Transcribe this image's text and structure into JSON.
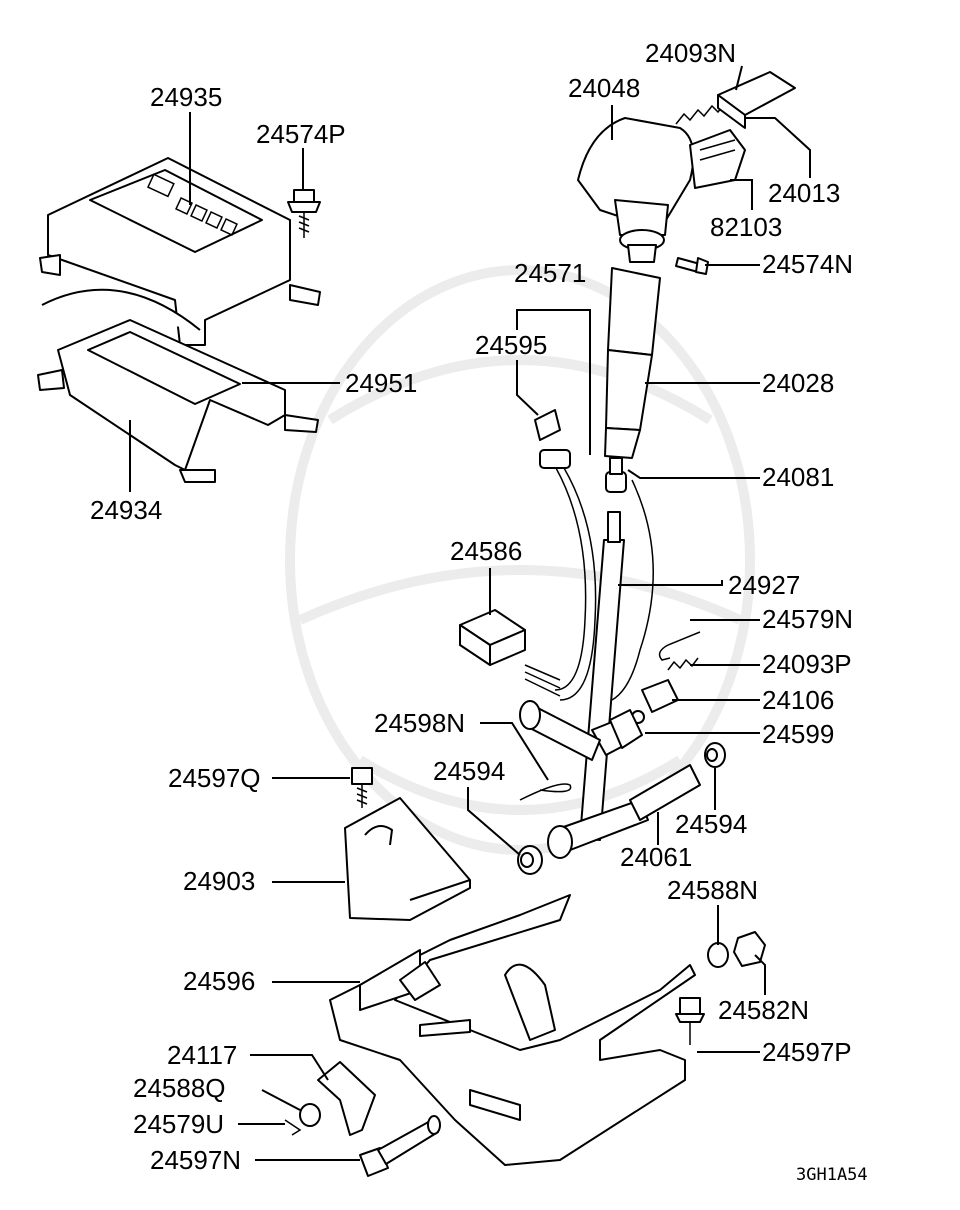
{
  "diagram": {
    "code": "3GH1A54",
    "labels": {
      "p24935": "24935",
      "p24574P": "24574P",
      "p24951": "24951",
      "p24934": "24934",
      "p24093N": "24093N",
      "p24048": "24048",
      "p24013": "24013",
      "p82103": "82103",
      "p24574N": "24574N",
      "p24571": "24571",
      "p24595": "24595",
      "p24028": "24028",
      "p24081": "24081",
      "p24586": "24586",
      "p24927": "24927",
      "p24579N": "24579N",
      "p24093P": "24093P",
      "p24106": "24106",
      "p24598N": "24598N",
      "p24599": "24599",
      "p24597Q": "24597Q",
      "p24594a": "24594",
      "p24594b": "24594",
      "p24061": "24061",
      "p24903": "24903",
      "p24588N": "24588N",
      "p24596": "24596",
      "p24582N": "24582N",
      "p24117": "24117",
      "p24597P": "24597P",
      "p24588Q": "24588Q",
      "p24579U": "24579U",
      "p24597N": "24597N"
    }
  }
}
